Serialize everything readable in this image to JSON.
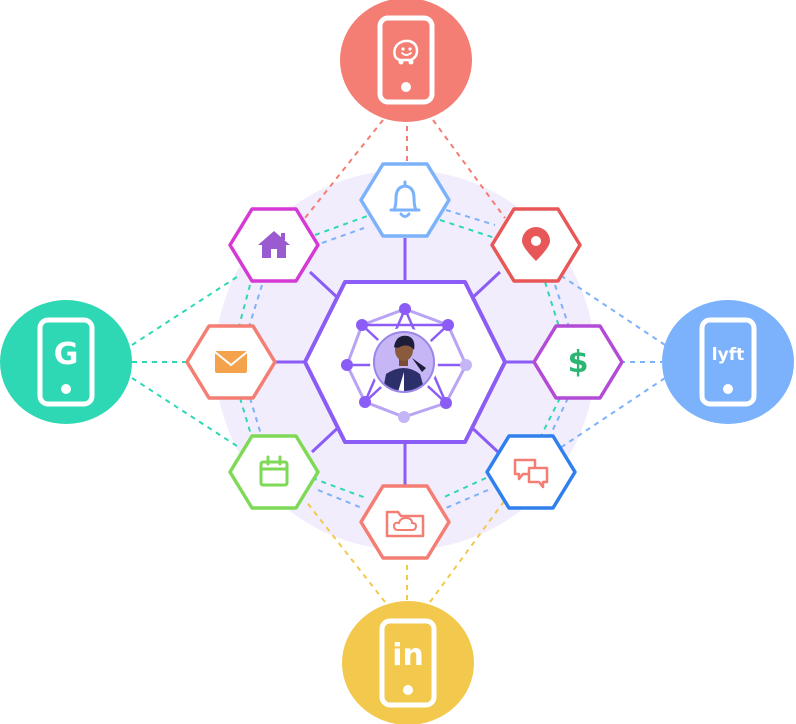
{
  "colors": {
    "hub": "#8b5cf6",
    "hub_light": "#efe9fb",
    "coral": "#f47d74",
    "teal": "#2ed8b4",
    "blue": "#7bb2fb",
    "yellow": "#f2c94c"
  },
  "devices": [
    {
      "id": "top",
      "icon": "waze-icon",
      "label": "",
      "color": "#f47d74"
    },
    {
      "id": "left",
      "icon": "google-icon",
      "label": "G",
      "color": "#2ed8b4"
    },
    {
      "id": "right",
      "icon": "lyft-icon",
      "label": "lyft",
      "color": "#7bb2fb"
    },
    {
      "id": "bottom",
      "icon": "linkedin-icon",
      "label": "in",
      "color": "#f2c94c"
    }
  ],
  "app_nodes": [
    {
      "id": "bell",
      "icon": "bell-icon",
      "border": "#7bb2fb"
    },
    {
      "id": "home",
      "icon": "home-icon",
      "border": "#d63ad4"
    },
    {
      "id": "location",
      "icon": "location-pin-icon",
      "border": "#e85757"
    },
    {
      "id": "mail",
      "icon": "mail-icon",
      "border": "#f47d74"
    },
    {
      "id": "dollar",
      "icon": "dollar-icon",
      "border": "#b44bd6"
    },
    {
      "id": "calendar",
      "icon": "calendar-icon",
      "border": "#7ed957"
    },
    {
      "id": "chat",
      "icon": "chat-icon",
      "border": "#2f80ed"
    },
    {
      "id": "cloud-folder",
      "icon": "cloud-folder-icon",
      "border": "#f47d74"
    }
  ],
  "center": {
    "icon": "user-network-icon",
    "avatar": "person-avatar"
  }
}
